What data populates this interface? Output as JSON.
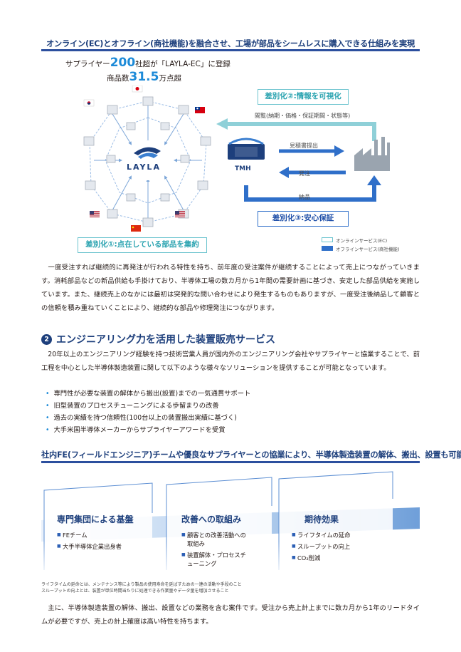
{
  "banner_top": "オンライン(EC)とオフライン(商社機能)を融合させ、工場が部品をシームレスに購入できる仕組みを実現",
  "diagram": {
    "stat1_pre": "サプライヤー",
    "stat1_num": "200",
    "stat1_post": "社超が「LAYLA-EC」に登録",
    "stat2_pre": "商品数",
    "stat2_num": "31.5",
    "stat2_post": "万点超",
    "hub_logo": "LAYLA",
    "tag_left": "差別化①:点在している部品を集約",
    "tag_info": "差別化②:情報を可視化",
    "tag_safety": "差別化③:安心保証",
    "browse_label": "閲覧(納期・価格・保証期間・状態等)",
    "quote_label": "見積書提出",
    "order_label": "発注",
    "deliver_label": "納品",
    "tmh_logo": "TMH",
    "legend_online": "オンラインサービス(EC)",
    "legend_offline": "オフラインサービス(商社機能)",
    "colors": {
      "teal": "#6dc4cf",
      "blue": "#2f6fc9",
      "navy": "#1d3f7c"
    }
  },
  "para1": "　一度受注すれば継続的に再発注が行われる特性を持ち、前年度の受注案件が継続することによって売上につながっていきます。消耗部品などの新品供給も手掛けており、半導体工場の数カ月から1年間の需要計画に基づき、安定した部品供給を実施しています。また、継続売上のなかには最初は突発的な問い合わせにより発生するものもありますが、一度受注後納品して顧客との信頼を積み重ねていくことにより、継続的な部品や修理発注につながります。",
  "section2": {
    "number": "2",
    "title": "エンジニアリング力を活用した装置販売サービス",
    "para": "　20年以上のエンジニアリング経験を持つ技術営業人員が国内外のエンジニアリング会社やサプライヤーと協業することで、前工程を中心とした半導体製造装置に関して以下のような様々なソリューションを提供することが可能となっています。",
    "bullets": [
      "専門性が必要な装置の解体から搬出(設置)までの一気通貫サポート",
      "旧型装置のプロセスチューニングによる歩留まりの改善",
      "過去の実績を持つ信頼性(100台以上の装置搬出実績に基づく)",
      "大手米国半導体メーカーからサプライヤーアワードを受賞"
    ]
  },
  "banner_bottom": "社内FE(フィールドエンジニア)チームや優良なサプライヤーとの協業により、半導体製造装置の解体、搬出、設置も可能",
  "columns": [
    {
      "title": "専門集団による基盤",
      "items": [
        "FEチーム",
        "大手半導体企業出身者"
      ]
    },
    {
      "title": "改善への取組み",
      "items": [
        "顧客との改善活動への取組み",
        "装置解体・プロセスチューニング"
      ]
    },
    {
      "title": "期待効果",
      "items": [
        "ライフタイムの延命",
        "スループットの向上",
        "CO₂削減"
      ]
    }
  ],
  "notes": [
    "ライフタイムの延命とは、メンテナンス等により製品の使用寿命を延ばすための一連の活動や手段のこと",
    "スループットの向上とは、装置が単位時間当たりに処理できる作業量やデータ量を増加させること"
  ],
  "para_last": "　主に、半導体製造装置の解体、搬出、設置などの業務を含む案件です。受注から売上計上までに数カ月から1年のリードタイムが必要ですが、売上の計上確度は高い特性を持ちます。"
}
